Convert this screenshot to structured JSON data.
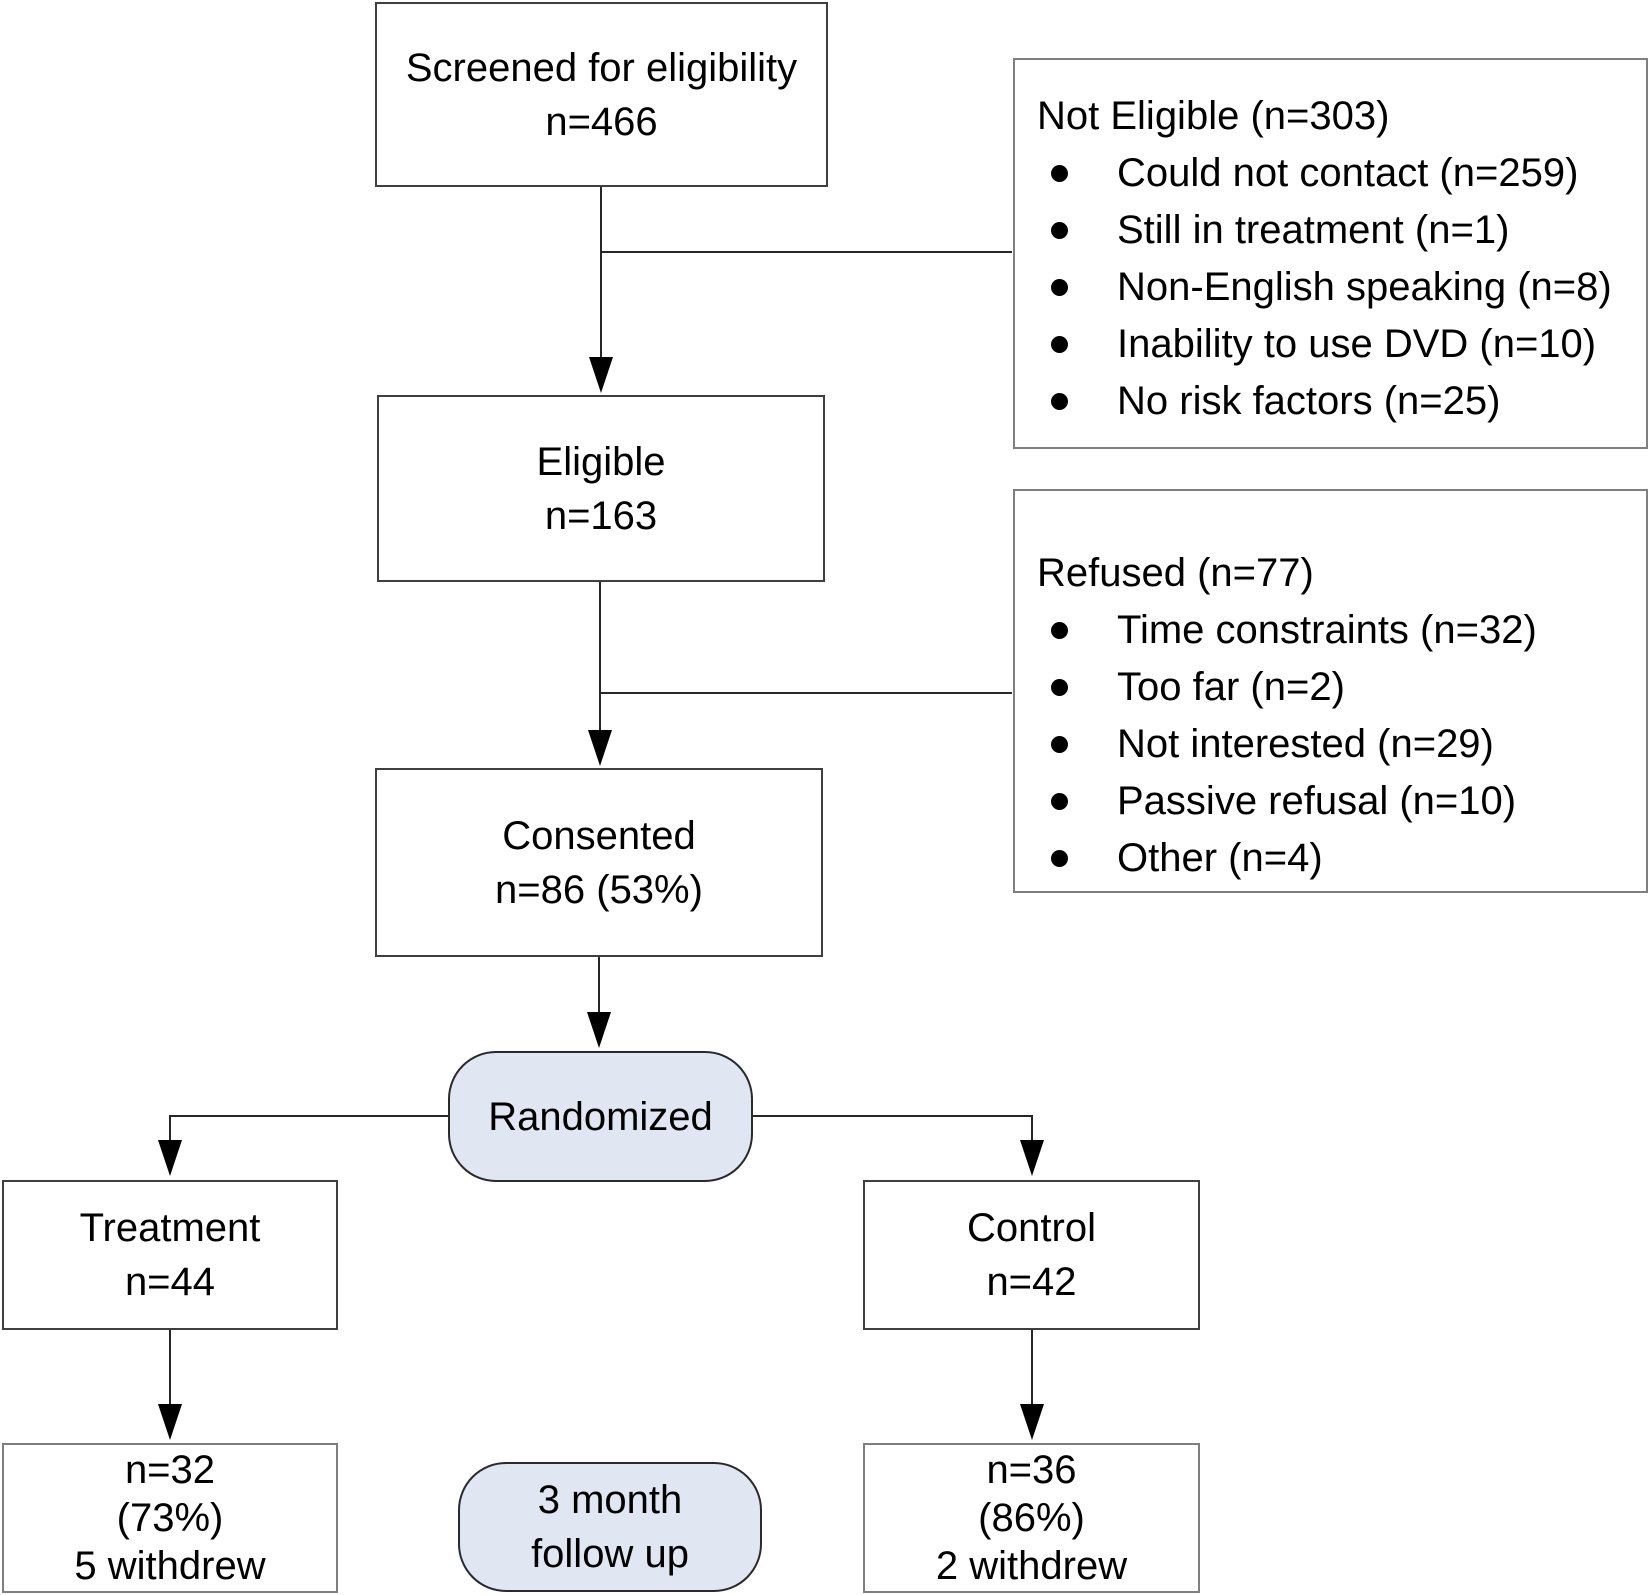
{
  "diagram": {
    "background_color": "#ffffff",
    "highlight_fill_color": "#e0e7f3",
    "box_border_color": "#3f3f3f",
    "side_box_border_color": "#7f7f7f",
    "boxes": {
      "screened": {
        "lines": [
          "Screened for eligibility",
          "n=466"
        ]
      },
      "not_eligible": {
        "title": "Not Eligible (n=303)",
        "bullets": [
          "Could not contact (n=259)",
          "Still in treatment (n=1)",
          "Non-English speaking (n=8)",
          "Inability to use DVD (n=10)",
          "No risk factors (n=25)"
        ]
      },
      "eligible": {
        "lines": [
          "Eligible",
          "n=163"
        ]
      },
      "refused": {
        "title": "Refused (n=77)",
        "bullets": [
          "Time constraints (n=32)",
          "Too far (n=2)",
          "Not interested (n=29)",
          "Passive refusal (n=10)",
          "Other (n=4)"
        ]
      },
      "consented": {
        "lines": [
          "Consented",
          "n=86 (53%)"
        ]
      },
      "randomized": {
        "label": "Randomized"
      },
      "treatment": {
        "lines": [
          "Treatment",
          "n=44"
        ]
      },
      "control": {
        "lines": [
          "Control",
          "n=42"
        ]
      },
      "treatment_outcome": {
        "lines": [
          "n=32",
          "(73%)",
          "5 withdrew"
        ]
      },
      "followup": {
        "lines": [
          "3 month",
          "follow up"
        ]
      },
      "control_outcome": {
        "lines": [
          "n=36",
          "(86%)",
          "2 withdrew"
        ]
      }
    }
  }
}
